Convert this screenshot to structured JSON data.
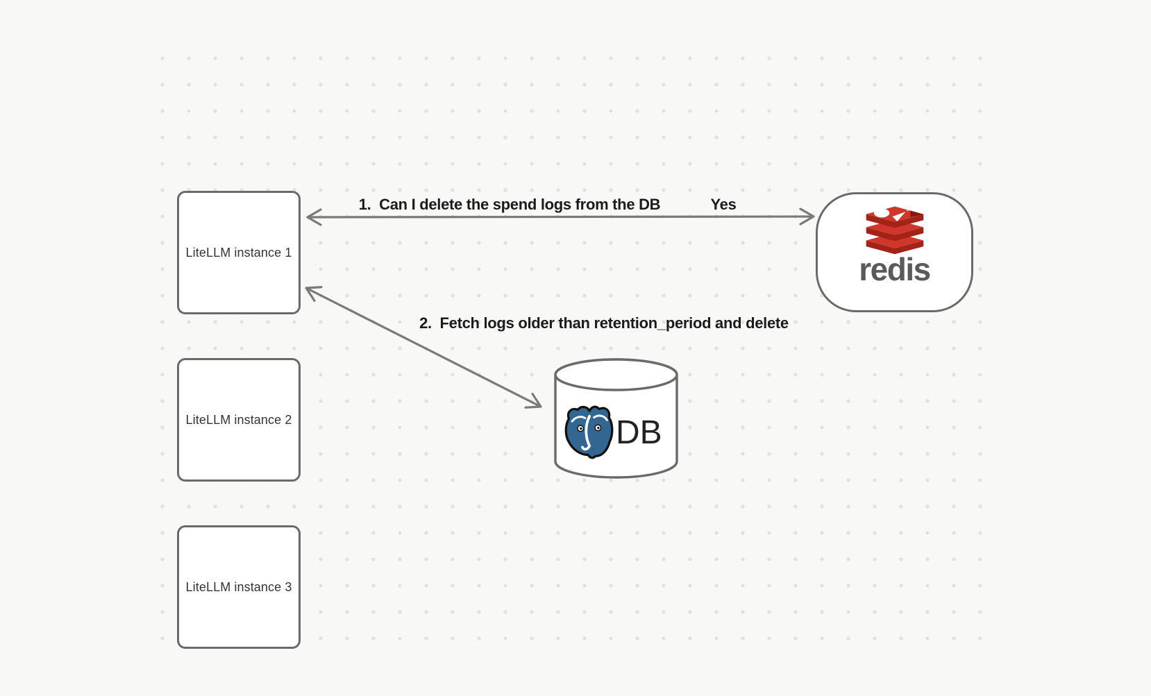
{
  "canvas": {
    "background_color": "#f8f8f6",
    "dot_color": "#e3e2e0"
  },
  "nodes": [
    {
      "id": "litellm-1",
      "label": "LiteLLM instance 1",
      "shape": "rectangle"
    },
    {
      "id": "litellm-2",
      "label": "LiteLLM instance 2",
      "shape": "rectangle"
    },
    {
      "id": "litellm-3",
      "label": "LiteLLM instance 3",
      "shape": "rectangle"
    },
    {
      "id": "redis",
      "label": "redis",
      "shape": "rounded-squircle",
      "icon": "redis-logo-icon"
    },
    {
      "id": "db",
      "label": "DB",
      "shape": "cylinder",
      "icon": "postgresql-elephant-icon"
    }
  ],
  "edges": [
    {
      "id": "edge-1",
      "from": "litellm-1",
      "to": "redis",
      "arrows": "both",
      "label": "1.  Can I delete the spend logs from the DB",
      "response": "Yes"
    },
    {
      "id": "edge-2",
      "from": "litellm-1",
      "to": "db",
      "arrows": "both",
      "label": "2.  Fetch logs older than retention_period and delete"
    }
  ],
  "colors": {
    "shape_stroke": "#6a6a6a",
    "arrow_stroke": "#7a7a7a",
    "label_text": "#1b1b1d",
    "redis_red_bright": "#d0372b",
    "redis_red_dark": "#a42318",
    "redis_wordmark_gray": "#595a5c",
    "postgres_blue": "#336791"
  }
}
